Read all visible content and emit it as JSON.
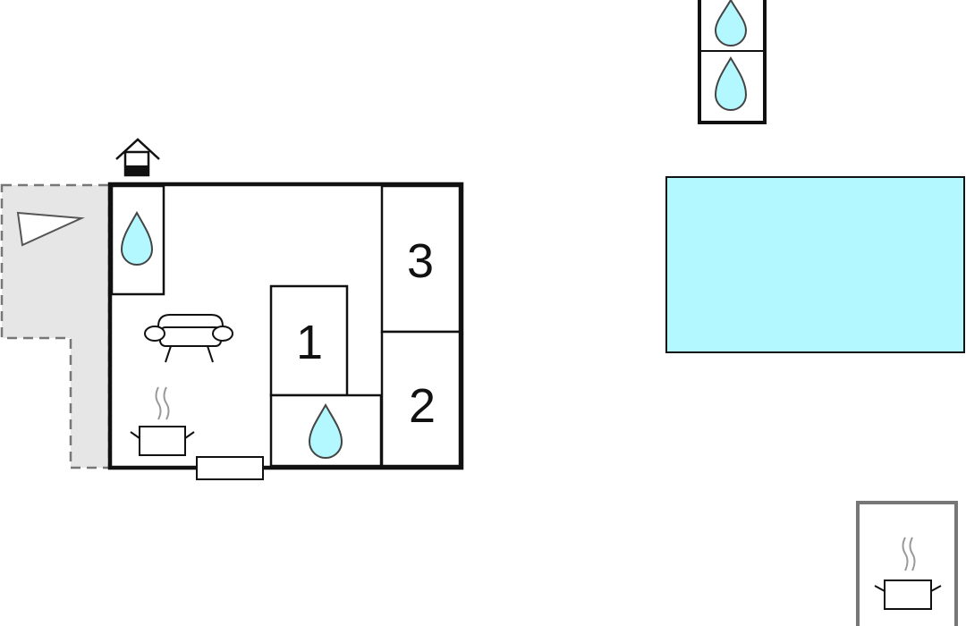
{
  "floor_plan": {
    "rooms": [
      {
        "id": "bedroom-1",
        "label": "1"
      },
      {
        "id": "bedroom-2",
        "label": "2"
      },
      {
        "id": "bedroom-3",
        "label": "3"
      }
    ],
    "icons": [
      "sauna-icon",
      "bathroom-icon",
      "sofa-icon",
      "kitchen-icon",
      "door-step-icon",
      "terrace-icon",
      "pool-icon"
    ],
    "colors": {
      "wall": "#111111",
      "water": "#b3f8ff",
      "pool": "#b3f8ff",
      "terrace": "#e6e6e6",
      "outbuilding": "#777777"
    }
  }
}
